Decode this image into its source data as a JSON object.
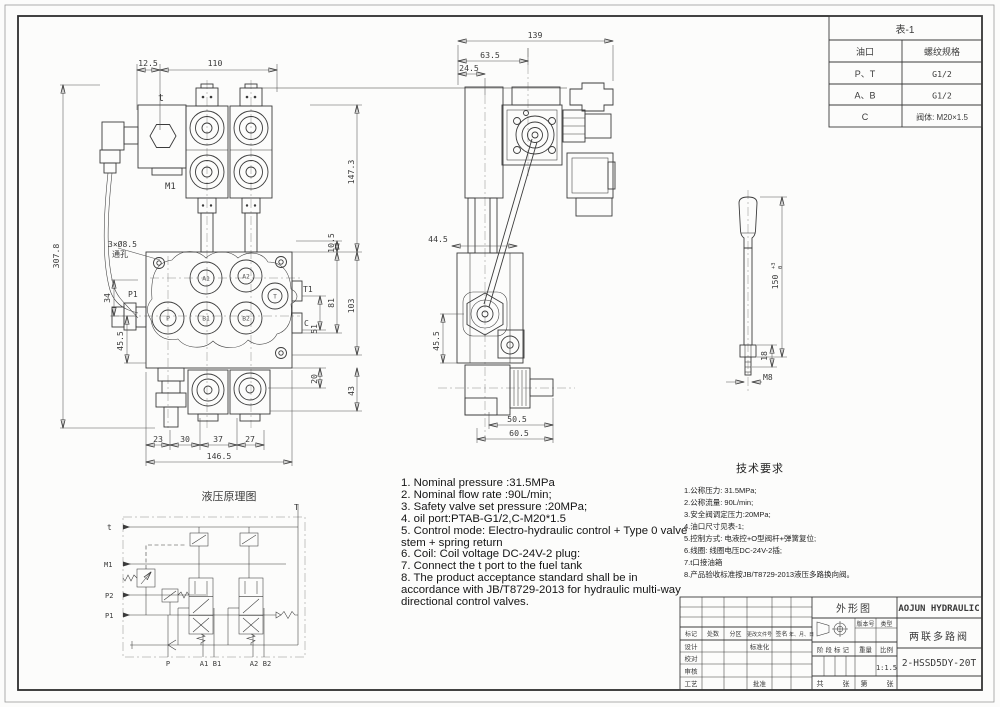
{
  "table1": {
    "title": "表-1",
    "headers": [
      "油口",
      "螺纹规格"
    ],
    "rows": [
      [
        "P、T",
        "G1/2"
      ],
      [
        "A、B",
        "G1/2"
      ],
      [
        "C",
        "阀体: M20×1.5"
      ]
    ]
  },
  "front_view": {
    "dim_12_5": "12.5",
    "dim_110": "110",
    "dim_307_8": "307.8",
    "dim_34": "34",
    "dim_45_5": "45.5",
    "dim_147_3": "147.3",
    "dim_10_5": "10.5",
    "dim_81": "81",
    "dim_103": "103",
    "dim_51": "51",
    "dim_20": "20",
    "dim_43": "43",
    "dim_23": "23",
    "dim_30": "30",
    "dim_37": "37",
    "dim_27": "27",
    "dim_146_5": "146.5",
    "label_t": "t",
    "label_m1": "M1",
    "label_holes": "3×Ø8.5",
    "label_holes2": "通孔",
    "label_p1": "P1",
    "label_t1": "T1",
    "label_c": "C",
    "port_a1": "A1",
    "port_a2": "A2",
    "port_t": "T",
    "port_p": "P",
    "port_b1": "B1",
    "port_b2": "B2"
  },
  "side_view": {
    "dim_139": "139",
    "dim_63_5": "63.5",
    "dim_24_5": "24.5",
    "dim_44_5": "44.5",
    "dim_45_5": "45.5",
    "dim_50_5": "50.5",
    "dim_60_5": "60.5"
  },
  "lever_view": {
    "dim_150": "150",
    "tol_upper": "+3",
    "tol_lower": "0",
    "dim_18": "18",
    "label_m8": "M8"
  },
  "schematic": {
    "title": "液压原理图",
    "label_t": "t",
    "label_m1": "M1",
    "label_p2": "P2",
    "label_p1": "P1",
    "label_T": "T",
    "label_p": "P",
    "label_a1": "A1",
    "label_b1": "B1",
    "label_a2": "A2",
    "label_b2": "B2"
  },
  "notes_en": {
    "lines": [
      "1. Nominal pressure :31.5MPa",
      "2. Nominal flow rate :90L/min;",
      "3. Safety valve set pressure :20MPa;",
      "4. oil port:PTAB-G1/2,C-M20*1.5",
      "5. Control mode: Electro-hydraulic control + Type 0 valve stem + spring return",
      "6. Coil: Coil voltage DC-24V-2 plug:",
      "7. Connect the t port to the fuel tank",
      "8. The product acceptance standard shall be in accordance with JB/T8729-2013 for hydraulic multi-way directional control valves."
    ]
  },
  "tech_req": {
    "title": "技术要求",
    "lines": [
      "1.公称压力: 31.5MPa;",
      "2.公称流量: 90L/min;",
      "3.安全阀调定压力:20MPa;",
      "4.油口尺寸见表-1;",
      "5.控制方式: 电液控+O型阀杆+弹簧复位;",
      "6.线圈: 线圈电压DC-24V-2插;",
      "7.t口接油箱",
      "8.产品验收标准按JB/T8729-2013液压多路换向阀。"
    ]
  },
  "title_block": {
    "view_label": "外形图",
    "company": "AOJUN HYDRAULIC",
    "product": "两联多路阀",
    "code": "2-HSSD5DY-20T",
    "version_label": "版本号",
    "type_label": "类型",
    "mark": "标记",
    "count": "处数",
    "zone": "分区",
    "change_doc": "更改文件号",
    "signature": "签名",
    "date": "年、月、日",
    "design": "设计",
    "proofread": "校对",
    "review": "审核",
    "process": "工艺",
    "standardization": "标准化",
    "approval": "批准",
    "stage_mark": "阶段标记",
    "weight_label": "重量",
    "scale_label": "比例",
    "scale_value": "1:1.5",
    "total_prefix": "共",
    "total_suffix": "张",
    "page_prefix": "第",
    "page_suffix": "张"
  }
}
